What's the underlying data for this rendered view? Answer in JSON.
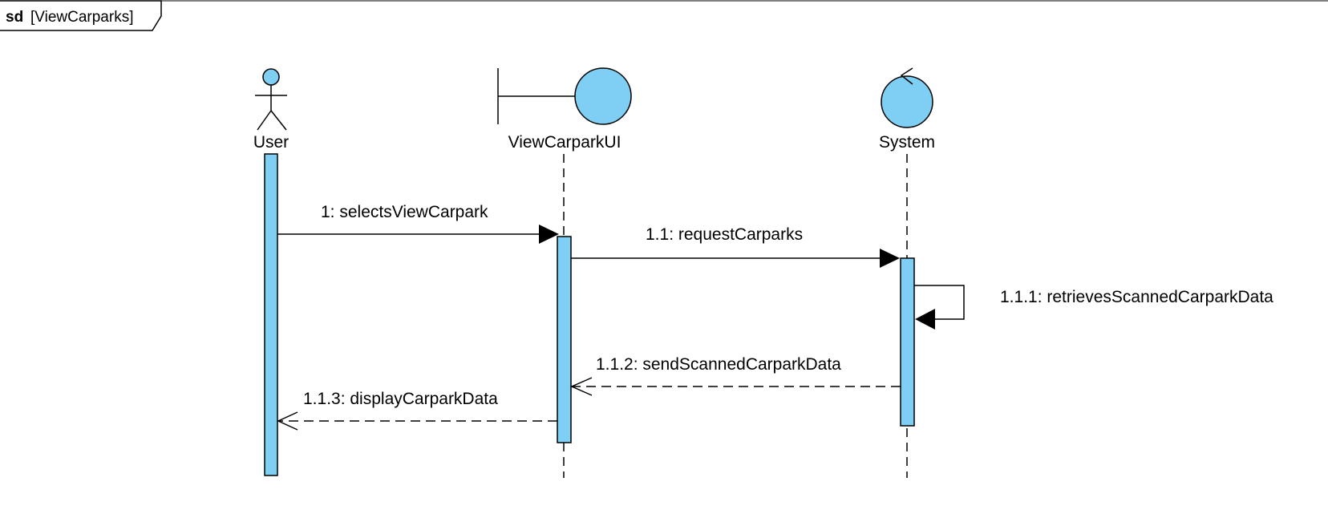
{
  "frame": {
    "keyword": "sd",
    "name": "[ViewCarparks]"
  },
  "participants": [
    {
      "name": "User",
      "kind": "actor"
    },
    {
      "name": "ViewCarparkUI",
      "kind": "boundary"
    },
    {
      "name": "System",
      "kind": "control"
    }
  ],
  "messages": [
    {
      "label": "1: selectsViewCarpark",
      "from": "User",
      "to": "ViewCarparkUI",
      "type": "sync"
    },
    {
      "label": "1.1: requestCarparks",
      "from": "ViewCarparkUI",
      "to": "System",
      "type": "sync"
    },
    {
      "label": "1.1.1: retrievesScannedCarparkData",
      "from": "System",
      "to": "System",
      "type": "self"
    },
    {
      "label": "1.1.2: sendScannedCarparkData",
      "from": "System",
      "to": "ViewCarparkUI",
      "type": "reply"
    },
    {
      "label": "1.1.3: displayCarparkData",
      "from": "ViewCarparkUI",
      "to": "User",
      "type": "reply"
    }
  ],
  "colors": {
    "fill": "#7fcff5",
    "stroke": "#000000",
    "background": "#ffffff"
  }
}
